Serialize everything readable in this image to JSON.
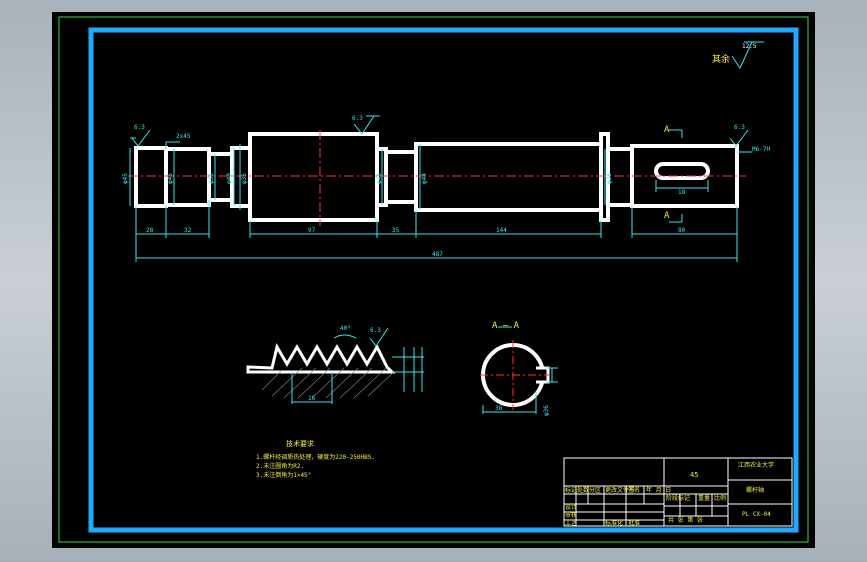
{
  "roughness_note": {
    "text": "其余",
    "value": "12.5"
  },
  "surface_finish_marks": [
    "6.3",
    "6.3",
    "6.3",
    "6.3"
  ],
  "section_mark": "A",
  "section_title": "A — A",
  "thread_angle": "40°",
  "chamfer_callout": "2x45",
  "keyway_callout": "M6-7H",
  "dims_horizontal": [
    "28",
    "32",
    "97",
    "35",
    "144",
    "80",
    "487",
    "16",
    "38",
    "18"
  ],
  "diameters": [
    "φ45",
    "φ45",
    "φ38",
    "φ40",
    "φ35",
    "φ40",
    "φ44",
    "φ38",
    "φ36"
  ],
  "tech_requirements": {
    "heading": "技术要求",
    "items": [
      "1.螺杆经调质热处理，硬度为220-250HBS.",
      "2.未注圆角为R2.",
      "3.未注倒角为1×45°"
    ]
  },
  "title_block": {
    "material": "45",
    "school": "江西农业大学",
    "part_name": "螺杆轴",
    "drawing_no": "PL CX-04",
    "row_labels": [
      "标记",
      "处数",
      "分区",
      "更改文件号",
      "签名",
      "年 月 日"
    ],
    "left_labels": [
      "设计",
      "审核",
      "工艺",
      "标准化",
      "批准"
    ],
    "right_labels": [
      "阶段标记",
      "重量",
      "比例"
    ],
    "sheet": "共 张 第 张"
  }
}
